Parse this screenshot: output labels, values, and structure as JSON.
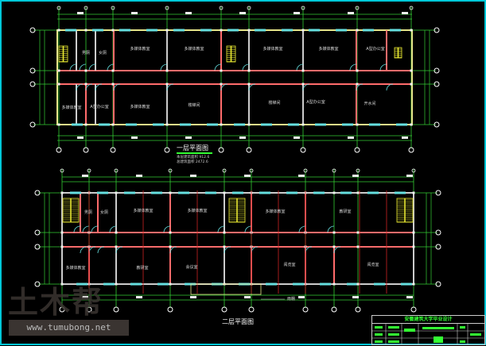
{
  "floor1": {
    "title": "一层平面图",
    "area_floor": "本层建筑面积 912.6",
    "area_total": "总建筑面积 2472.6",
    "rooms": [
      "男厕",
      "女厕",
      "多媒体教室",
      "多媒体教室",
      "多媒体教室",
      "多媒体教室",
      "A型办公室",
      "多媒体教室",
      "A型办公室",
      "多媒体教室",
      "楼梯间",
      "楼梯间",
      "A型办公室",
      "开水间"
    ]
  },
  "floor2": {
    "title": "二层平面图",
    "canopy": "雨棚",
    "rooms": [
      "男厕",
      "女厕",
      "多媒体教室",
      "多媒体教室",
      "多媒体教室",
      "教研室",
      "多媒体教室",
      "教研室",
      "会议室",
      "阅览室",
      "阅览室"
    ]
  },
  "watermark": {
    "logo": "土木帮",
    "url": "www.tumubong.net"
  },
  "title_block": {
    "school": "安徽建筑大学毕业设计"
  },
  "colors": {
    "background": "#000000",
    "axis": "#33cc33",
    "wall_outer": "#e6e68a",
    "wall_inner": "#ff6b6b",
    "window": "#66e0e0",
    "column": "#cccccc",
    "border": "#00c8d8"
  }
}
